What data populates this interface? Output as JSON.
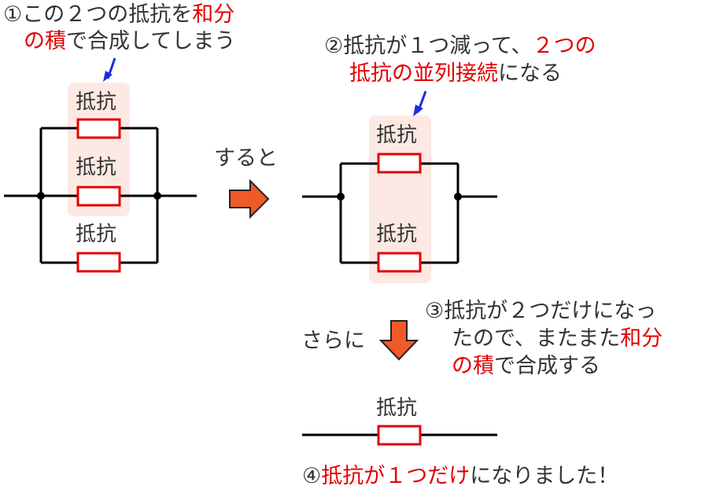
{
  "colors": {
    "highlight": "#e30000",
    "band": "#fde9e3",
    "arrow_fill": "#f05a28",
    "arrow_stroke": "#222222",
    "pointer": "#1a2ee0",
    "wire": "#000000"
  },
  "resistor_label": "抵抗",
  "annotations": {
    "step1": {
      "prefix": "①この２つの抵抗を",
      "red_a": "和分",
      "red_b": "の積",
      "suffix": "で合成してしまう"
    },
    "step2": {
      "prefix": "②抵抗が１つ減って、",
      "red_a": "２つの",
      "red_b": "抵抗の並列接続",
      "suffix": "になる"
    },
    "step3": {
      "line1": "③抵抗が２つだけになっ",
      "line2_prefix": "たので、またまた",
      "red_a": "和分",
      "red_b": "の積",
      "suffix": "で合成する"
    },
    "step4": {
      "prefix": "④",
      "red": "抵抗が１つだけ",
      "suffix": "になりました！"
    }
  },
  "transitions": {
    "then": "すると",
    "further": "さらに"
  },
  "icons": {
    "right_arrow": "block-arrow-right",
    "down_arrow": "block-arrow-down",
    "pointer": "arrow-down-left"
  }
}
